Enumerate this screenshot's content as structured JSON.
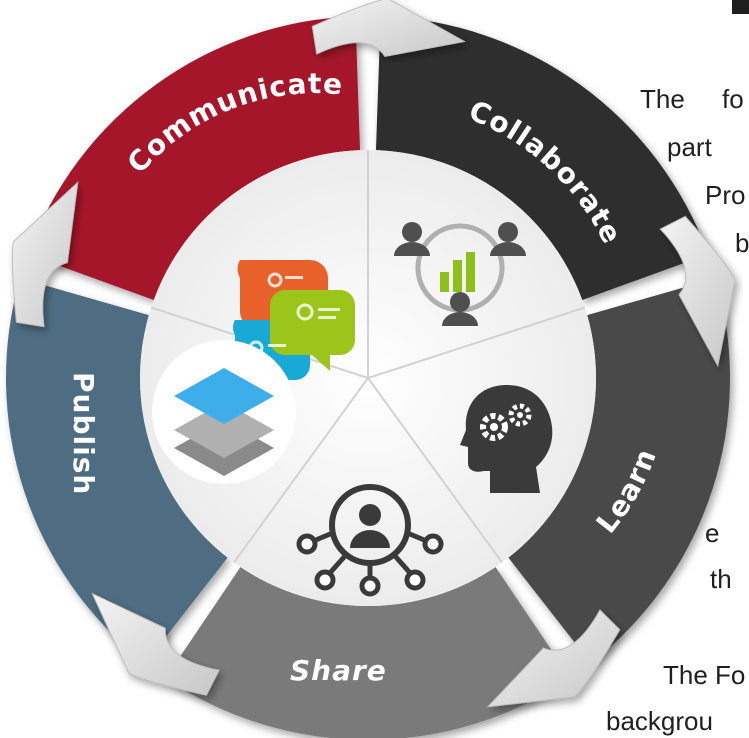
{
  "cycle": {
    "segments": [
      {
        "label": "Communicate",
        "color": "#a5192b",
        "icon": "chat-bubbles-icon"
      },
      {
        "label": "Collaborate",
        "color": "#2e2e2e",
        "icon": "team-chart-icon"
      },
      {
        "label": "Learn",
        "color": "#4a4a4a",
        "icon": "head-gears-icon"
      },
      {
        "label": "Share",
        "color": "#7a7a7a",
        "icon": "network-person-icon"
      },
      {
        "label": "Publish",
        "color": "#4f6d82",
        "icon": "layers-icon"
      }
    ],
    "arrow_color": "#dcdcdc"
  },
  "background_text": {
    "line1_a": "The",
    "line1_b": "fo",
    "line2": "part",
    "line3": "Pro",
    "line4": "b",
    "line5": "e",
    "line6": "th",
    "line7": "The Fo",
    "line8": "backgrou"
  }
}
